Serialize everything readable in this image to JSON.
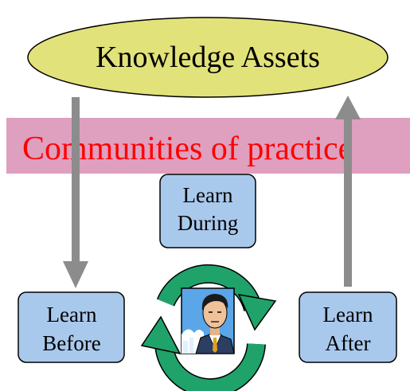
{
  "diagram": {
    "top_node": {
      "label": "Knowledge Assets"
    },
    "band": {
      "label": "Communities of practice"
    },
    "learn_during": {
      "line1": "Learn",
      "line2": "During"
    },
    "learn_before": {
      "line1": "Learn",
      "line2": "Before"
    },
    "learn_after": {
      "line1": "Learn",
      "line2": "After"
    },
    "center_icon": "person-portrait-icon",
    "cycle_icon": "circular-arrows-icon"
  },
  "colors": {
    "ellipse_fill": "#e2e27a",
    "band_fill": "#df9fbf",
    "band_text": "#ff0000",
    "box_fill": "#a9c9ec",
    "arrow_gray": "#8c8c8c",
    "cycle_green": "#1fa36b"
  }
}
